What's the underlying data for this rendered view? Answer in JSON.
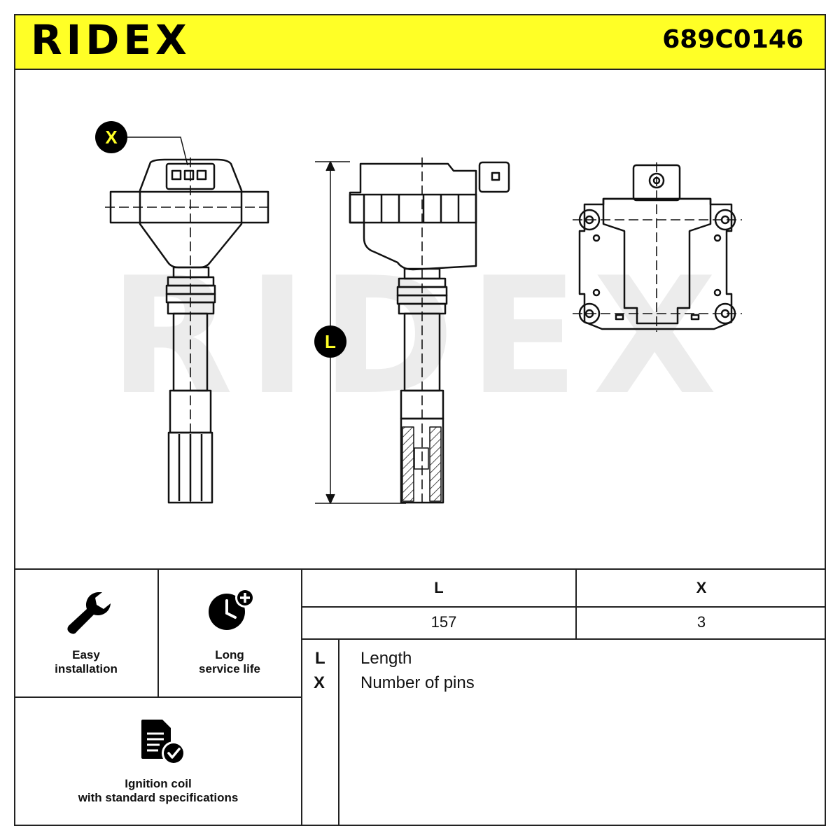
{
  "header": {
    "brand": "RIDEX",
    "part_number": "689C0146",
    "background_color": "#ffff26"
  },
  "drawing": {
    "watermark": "RIDEX",
    "callouts": {
      "x_label": "X",
      "l_label": "L"
    }
  },
  "features": [
    {
      "icon": "wrench-icon",
      "line1": "Easy",
      "line2": "installation"
    },
    {
      "icon": "clock-plus-icon",
      "line1": "Long",
      "line2": "service life"
    },
    {
      "icon": "document-check-icon",
      "line1": "Ignition coil",
      "line2": "with standard specifications"
    }
  ],
  "spec_table": {
    "headers": [
      "L",
      "X"
    ],
    "values": [
      "157",
      "3"
    ]
  },
  "legend": [
    {
      "key": "L",
      "label": "Length"
    },
    {
      "key": "X",
      "label": "Number of pins"
    }
  ]
}
